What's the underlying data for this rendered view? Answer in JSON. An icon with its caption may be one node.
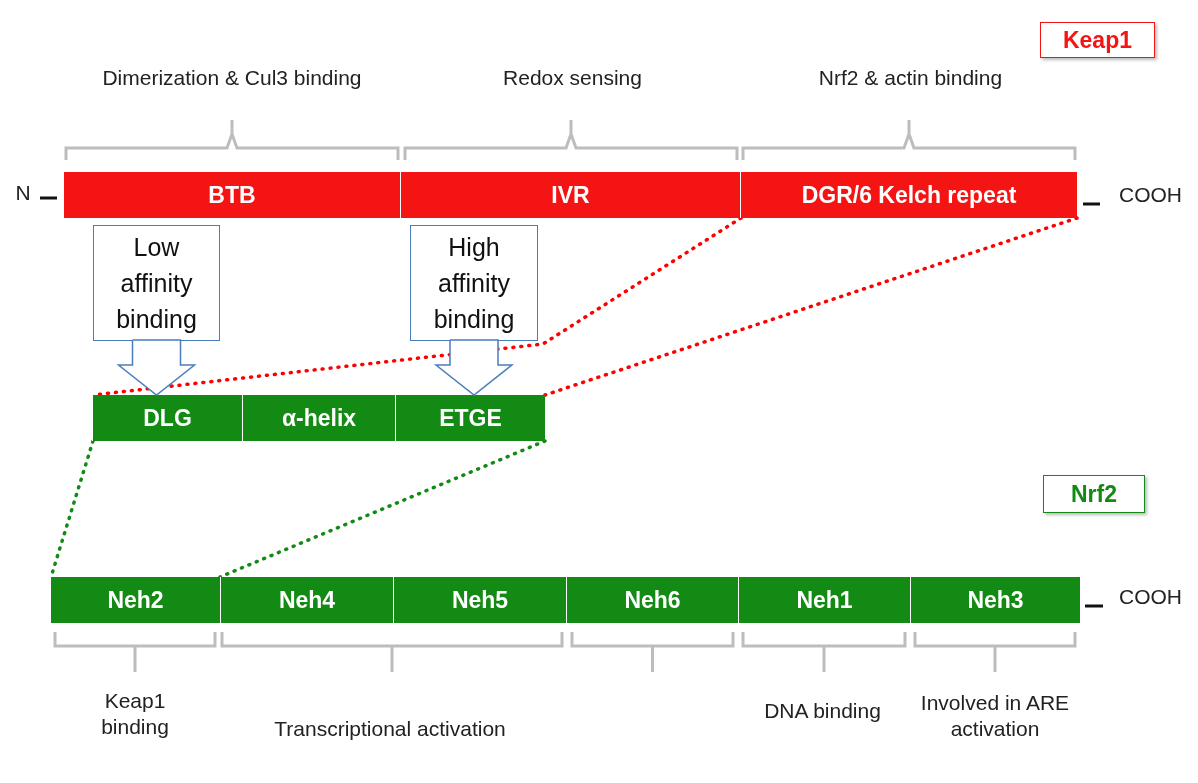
{
  "diagram": {
    "nodes": [
      {
        "text": [
          "Keap1"
        ]
      },
      {
        "text": [
          "BTB"
        ]
      },
      {
        "text": [
          "IVR"
        ]
      },
      {
        "text": [
          "DGR/6 Kelch repeat"
        ]
      },
      {
        "text": [
          "Low affinity binding"
        ]
      },
      {
        "text": [
          "High affinity binding"
        ]
      },
      {
        "text": [
          "DLG"
        ]
      },
      {
        "text": [
          "α-helix"
        ]
      },
      {
        "text": [
          "ETGE"
        ]
      },
      {
        "text": [
          "Nrf2"
        ]
      },
      {
        "text": [
          "Neh2"
        ]
      },
      {
        "text": [
          "Neh4"
        ]
      },
      {
        "text": [
          "Neh5"
        ]
      },
      {
        "text": [
          "Neh6"
        ]
      },
      {
        "text": [
          "Neh1"
        ]
      },
      {
        "text": [
          "Neh3"
        ]
      }
    ],
    "edges": [
      {
        "from": 4,
        "to": 6,
        "arrow": "to",
        "color": "#4a7ebb"
      },
      {
        "from": 5,
        "to": 8,
        "arrow": "to",
        "color": "#4a7ebb"
      },
      {
        "from": 3,
        "to": 6,
        "arrow": "none",
        "style": "dashed",
        "color": "#ff0000"
      },
      {
        "from": 3,
        "to": 8,
        "arrow": "none",
        "style": "dashed",
        "color": "#ff0000"
      },
      {
        "from": 6,
        "to": 10,
        "arrow": "none",
        "style": "dashed",
        "color": "#138a13"
      },
      {
        "from": 8,
        "to": 10,
        "arrow": "none",
        "style": "dashed",
        "color": "#138a13"
      }
    ],
    "labels": [
      "Dimerization & Cul3 binding",
      "Redox sensing",
      "Nrf2 & actin binding",
      "N",
      "COOH",
      "COOH",
      "Keap1 binding",
      "Transcriptional activation",
      "DNA binding",
      "Involved in ARE activation"
    ]
  }
}
